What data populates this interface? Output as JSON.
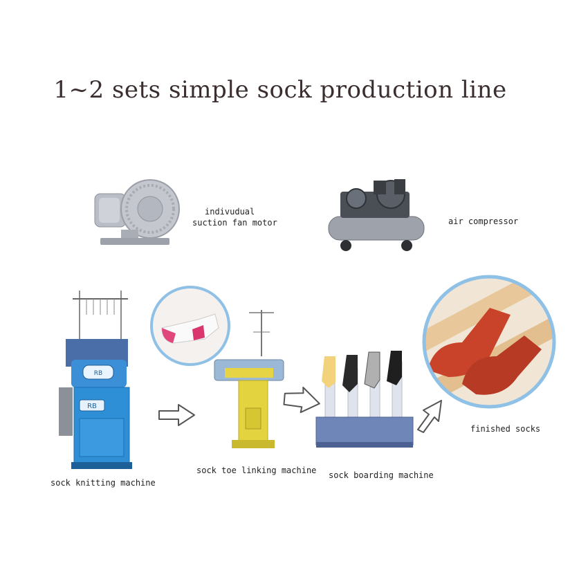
{
  "title": "1~2 sets simple sock production line",
  "labels": {
    "suction_fan_line1": "indivudual",
    "suction_fan_line2": "suction fan motor",
    "air_compressor": "air compressor",
    "knitting_machine": "sock knitting machine",
    "toe_linking_machine": "sock toe linking machine",
    "boarding_machine": "sock boarding machine",
    "finished_socks": "finished socks"
  },
  "machine_badges": {
    "knitting_top": "RB",
    "knitting_panel": "RB"
  },
  "colors": {
    "title": "#3a2e2e",
    "knitting_machine": "#2f8fd6",
    "toe_linker": "#e3d33f",
    "boarding_base": "#6f86b8",
    "sock_red": "#c8432a",
    "circle_border": "#8fc0e6",
    "arrow_outline": "#555555"
  },
  "icons": [
    "suction-fan-motor-image",
    "air-compressor-image",
    "sock-knitting-machine-image",
    "sock-toe-linking-machine-image",
    "sock-boarding-machine-image",
    "finished-socks-image",
    "pink-sock-image",
    "flow-arrow-icon"
  ]
}
